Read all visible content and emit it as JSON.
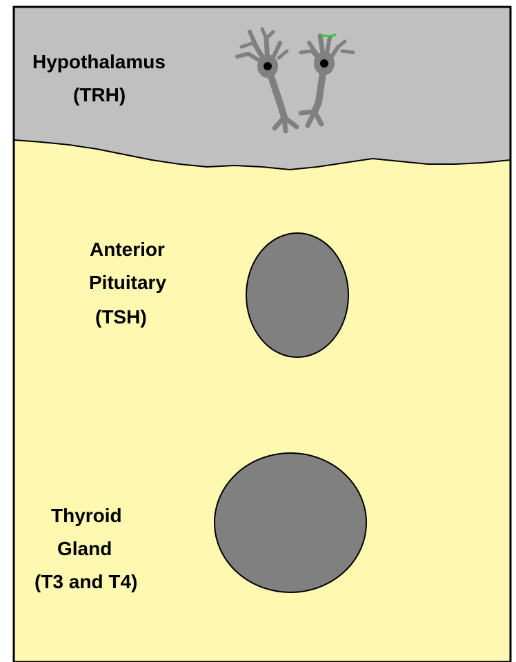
{
  "hypothalamus": {
    "name": "Hypothalamus",
    "hormone": "(TRH)"
  },
  "anterior_pituitary": {
    "name_line1": "Anterior",
    "name_line2": "Pituitary",
    "hormone": "(TSH)"
  },
  "thyroid": {
    "name_line1": "Thyroid",
    "name_line2": "Gland",
    "hormone": "(T3 and T4)"
  },
  "icons": {
    "neuron": "neuron-icon"
  },
  "colors": {
    "hypothalamus_region": "#c0c0c0",
    "body_region": "#fff8b0",
    "organ_fill": "#808080",
    "neuron": "#808080",
    "outline": "#000000",
    "signal_accent": "#22cc22"
  }
}
